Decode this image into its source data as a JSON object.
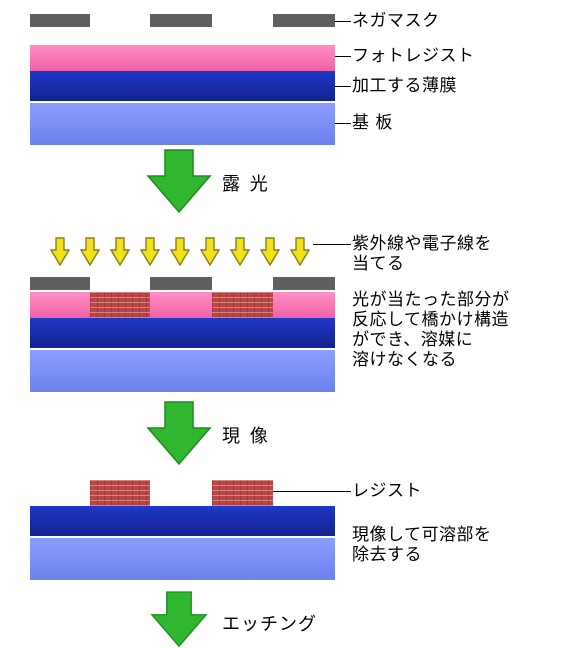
{
  "labels": {
    "nega_mask": "ネガマスク",
    "photoresist": "フォトレジスト",
    "thin_film": "加工する薄膜",
    "substrate": "基 板",
    "uv_ebeam": "紫外線や電子線を\n当てる",
    "crosslink": "光が当たった部分が\n反応して橋かけ構造\nができ、溶媒に\n溶けなくなる",
    "resist": "レジスト",
    "remove": "現像して可溶部を\n除去する"
  },
  "steps": {
    "exposure": "露 光",
    "development": "現 像",
    "etching": "エッチング"
  },
  "colors": {
    "mask": "#5f5f5f",
    "photoresist": "#f061a7",
    "thin_film": "#12228e",
    "substrate": "#6b82ee",
    "crosslinked_resist": "#b94645",
    "step_arrow": "#2fb82f",
    "exposure_arrow": "#f2e21c"
  }
}
